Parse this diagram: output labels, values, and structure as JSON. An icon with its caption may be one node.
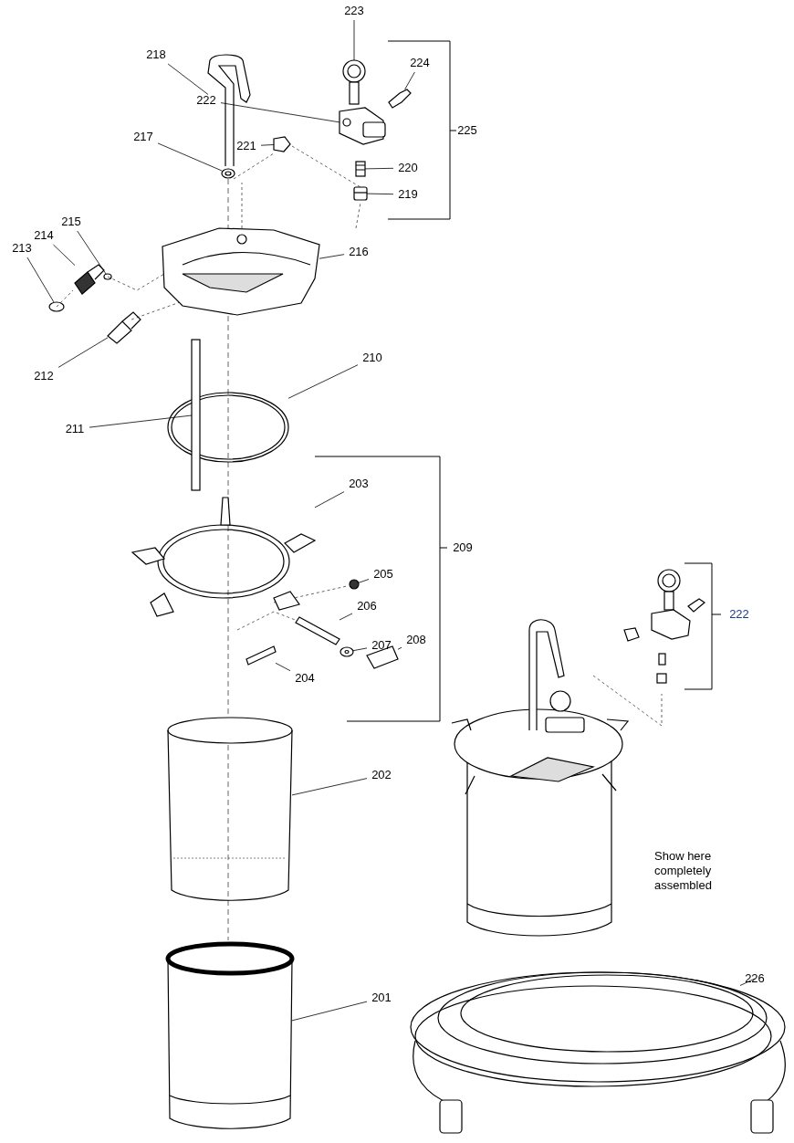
{
  "diagram": {
    "nodes": [
      {
        "text": [
          "223"
        ]
      },
      {
        "text": [
          "218"
        ]
      },
      {
        "text": [
          "224"
        ]
      },
      {
        "text": [
          "222"
        ]
      },
      {
        "text": [
          "217"
        ]
      },
      {
        "text": [
          "221"
        ]
      },
      {
        "text": [
          "220"
        ]
      },
      {
        "text": [
          "219"
        ]
      },
      {
        "text": [
          "215"
        ]
      },
      {
        "text": [
          "214"
        ]
      },
      {
        "text": [
          "213"
        ]
      },
      {
        "text": [
          "216"
        ]
      },
      {
        "text": [
          "212"
        ]
      },
      {
        "text": [
          "210"
        ]
      },
      {
        "text": [
          "211"
        ]
      },
      {
        "text": [
          "203"
        ]
      },
      {
        "text": [
          "205"
        ]
      },
      {
        "text": [
          "206"
        ]
      },
      {
        "text": [
          "207"
        ]
      },
      {
        "text": [
          "208"
        ]
      },
      {
        "text": [
          "204"
        ]
      },
      {
        "text": [
          "202"
        ]
      },
      {
        "text": [
          "201"
        ]
      },
      {
        "text": [
          "226"
        ]
      },
      {
        "text": [],
        "shape": "picture"
      },
      {
        "text": [],
        "shape": "picture"
      },
      {
        "text": [],
        "shape": "picture"
      },
      {
        "text": [],
        "shape": "picture"
      },
      {
        "text": [],
        "shape": "picture"
      },
      {
        "text": [],
        "shape": "box"
      },
      {
        "text": [],
        "shape": "picture"
      },
      {
        "text": [],
        "shape": "picture"
      },
      {
        "text": [],
        "shape": "circle"
      },
      {
        "text": [],
        "shape": "picture"
      },
      {
        "text": [],
        "shape": "circle"
      },
      {
        "text": [],
        "shape": "picture"
      },
      {
        "text": [],
        "shape": "picture"
      },
      {
        "text": [],
        "shape": "picture"
      },
      {
        "text": [],
        "shape": "bar"
      },
      {
        "text": [],
        "shape": "picture"
      },
      {
        "text": [],
        "shape": "circle"
      },
      {
        "text": [],
        "shape": "picture"
      },
      {
        "text": [],
        "shape": "picture"
      },
      {
        "text": [],
        "shape": "picture"
      },
      {
        "text": [],
        "shape": "bar"
      },
      {
        "text": [],
        "shape": "picture"
      },
      {
        "text": [],
        "shape": "cylinder"
      },
      {
        "text": [],
        "shape": "picture"
      }
    ],
    "edges": [
      {
        "from": 0,
        "to": 24,
        "arrow": "none"
      },
      {
        "from": 1,
        "to": 25,
        "arrow": "none"
      },
      {
        "from": 2,
        "to": 26,
        "arrow": "none"
      },
      {
        "from": 3,
        "to": 27,
        "arrow": "none"
      },
      {
        "from": 4,
        "to": 28,
        "arrow": "none"
      },
      {
        "from": 5,
        "to": 29,
        "arrow": "none"
      },
      {
        "from": 6,
        "to": 30,
        "arrow": "none"
      },
      {
        "from": 7,
        "to": 31,
        "arrow": "none"
      },
      {
        "from": 8,
        "to": 32,
        "arrow": "none"
      },
      {
        "from": 9,
        "to": 33,
        "arrow": "none"
      },
      {
        "from": 10,
        "to": 34,
        "arrow": "none"
      },
      {
        "from": 11,
        "to": 35,
        "arrow": "none"
      },
      {
        "from": 12,
        "to": 36,
        "arrow": "none"
      },
      {
        "from": 13,
        "to": 37,
        "arrow": "none"
      },
      {
        "from": 14,
        "to": 38,
        "arrow": "none"
      },
      {
        "from": 15,
        "to": 39,
        "arrow": "none"
      },
      {
        "from": 16,
        "to": 40,
        "arrow": "none"
      },
      {
        "from": 17,
        "to": 41,
        "arrow": "none"
      },
      {
        "from": 18,
        "to": 42,
        "arrow": "none"
      },
      {
        "from": 19,
        "to": 43,
        "arrow": "none"
      },
      {
        "from": 20,
        "to": 44,
        "arrow": "none"
      },
      {
        "from": 21,
        "to": 45,
        "arrow": "none"
      },
      {
        "from": 22,
        "to": 46,
        "arrow": "none"
      },
      {
        "from": 23,
        "to": 47,
        "arrow": "none"
      }
    ],
    "labels": [
      "225",
      "209",
      "222",
      "Show here completely assembled"
    ]
  }
}
